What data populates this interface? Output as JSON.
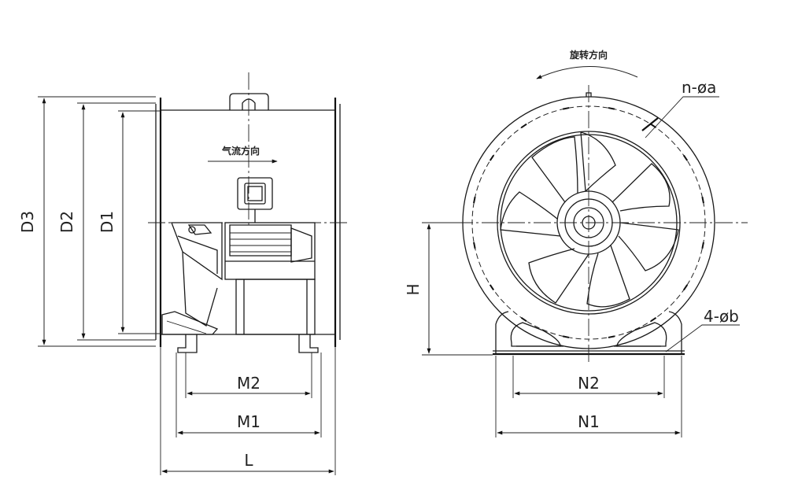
{
  "labels": {
    "d3": "D3",
    "d2": "D2",
    "d1": "D1",
    "h": "H",
    "m2": "M2",
    "m1": "M1",
    "l": "L",
    "n2": "N2",
    "n1": "N1",
    "bolt_holes_flange": "n-øa",
    "bolt_holes_base": "4-øb",
    "airflow_direction": "气流方向",
    "rotation_direction": "旋转方向"
  }
}
